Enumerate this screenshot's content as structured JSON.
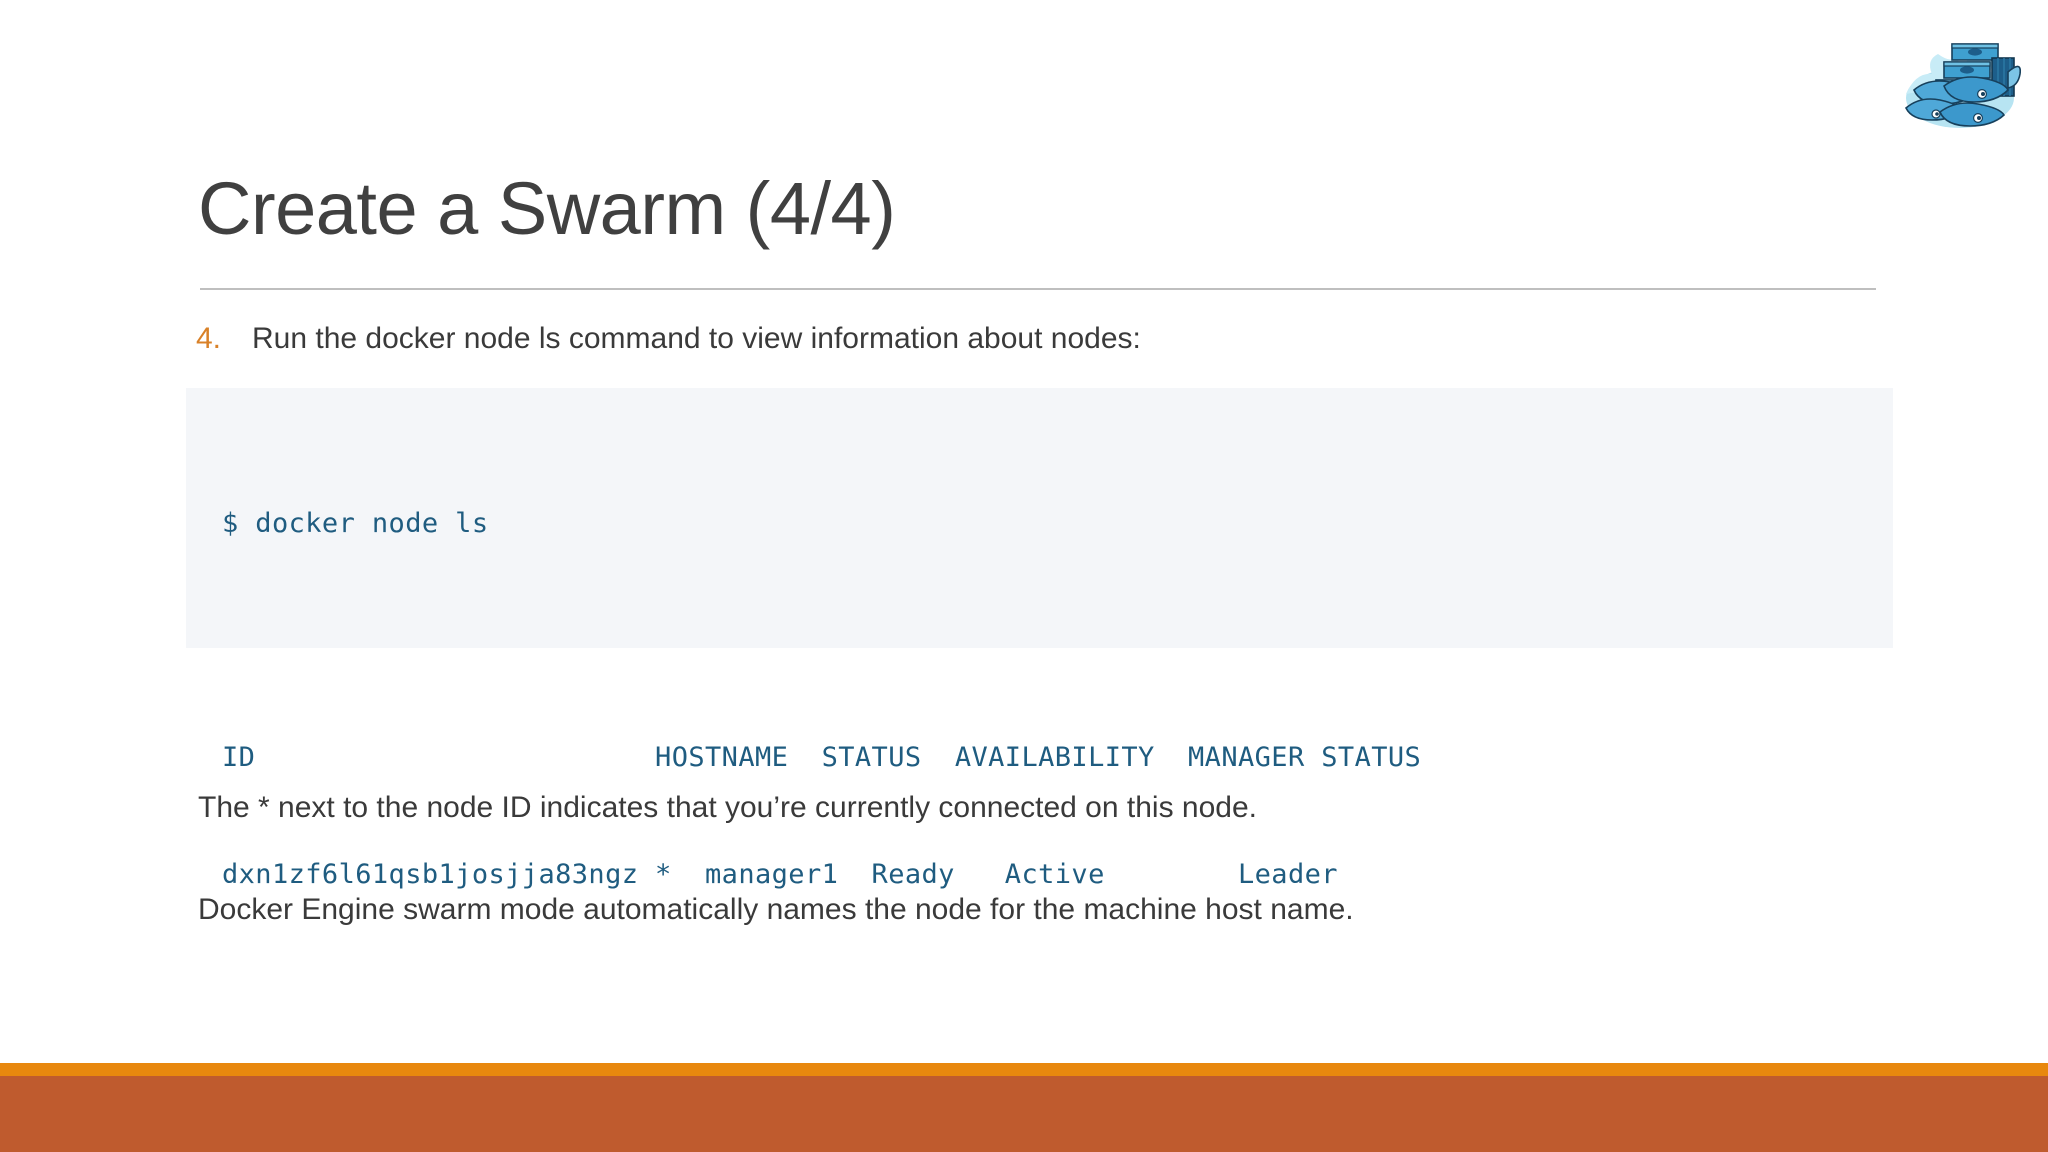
{
  "slide": {
    "title": "Create a Swarm (4/4)",
    "logo_name": "docker-swarm-whales-logo"
  },
  "step": {
    "number": "4.",
    "text": "Run the docker node ls command to view information about nodes:"
  },
  "code": {
    "prompt_line": "$ docker node ls",
    "blank_line": "",
    "header_line": "ID                        HOSTNAME  STATUS  AVAILABILITY  MANAGER STATUS",
    "row_line": "dxn1zf6l61qsb1josjja83ngz *  manager1  Ready   Active        Leader",
    "columns": [
      "ID",
      "HOSTNAME",
      "STATUS",
      "AVAILABILITY",
      "MANAGER STATUS"
    ],
    "rows": [
      {
        "id": "dxn1zf6l61qsb1josjja83ngz *",
        "hostname": "manager1",
        "status": "Ready",
        "availability": "Active",
        "manager_status": "Leader"
      }
    ]
  },
  "body": {
    "paragraph_1": "The * next to the node ID indicates that you’re currently connected on this node.",
    "paragraph_2": "Docker Engine swarm mode automatically names the node for the machine host name."
  },
  "colors": {
    "title_text": "#404040",
    "body_text": "#3a3a3a",
    "step_number": "#D98128",
    "rule": "#bfbfbf",
    "code_background": "#F4F6F9",
    "code_text": "#1F5C80",
    "footer_stripe": "#E8880E",
    "footer_bar": "#BF5B2E",
    "whale_body": "#2C8EBB",
    "whale_light": "#66B8DE",
    "container_blue": "#1D5E8A",
    "water": "#AEE0F0"
  }
}
